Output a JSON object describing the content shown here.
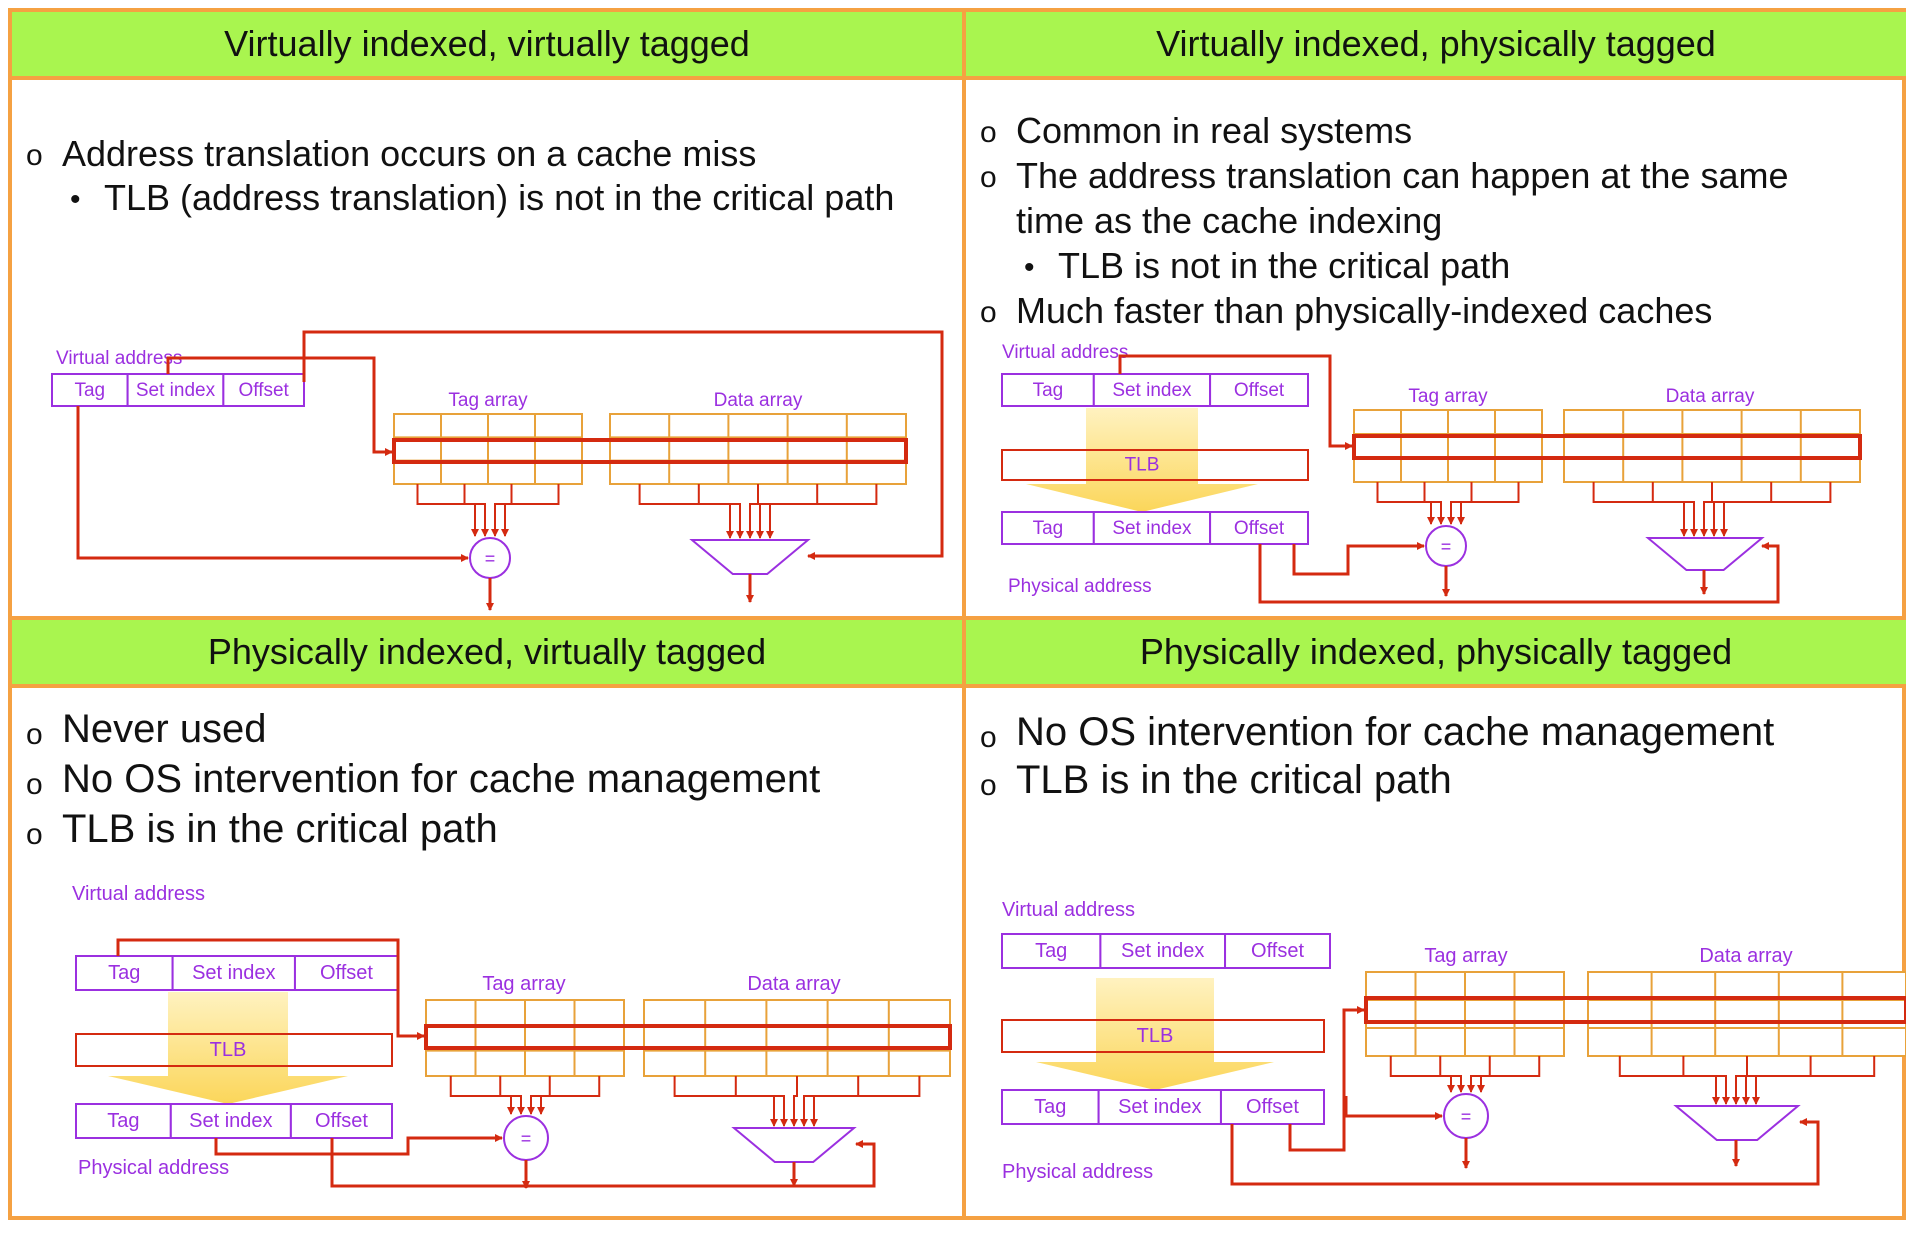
{
  "panels": [
    {
      "title": "Virtually indexed, virtually tagged",
      "bullets": [
        {
          "level": 1,
          "text": "Address translation occurs on a cache miss"
        },
        {
          "level": 2,
          "text": "TLB (address translation) is not in the critical path"
        }
      ]
    },
    {
      "title": "Virtually indexed, physically tagged",
      "bullets": [
        {
          "level": 1,
          "text": "Common in real systems"
        },
        {
          "level": 1,
          "text": "The address translation can happen at the same"
        },
        {
          "level": 0,
          "text": "time as the cache indexing"
        },
        {
          "level": 2,
          "text": "TLB is not in the critical path"
        },
        {
          "level": 1,
          "text": "Much faster than physically-indexed caches"
        }
      ]
    },
    {
      "title": "Physically indexed, virtually tagged",
      "bullets": [
        {
          "level": 1,
          "text": "Never used"
        },
        {
          "level": 1,
          "text": "No OS intervention for cache management"
        },
        {
          "level": 1,
          "text": "TLB is in the critical path"
        }
      ]
    },
    {
      "title": "Physically indexed, physically tagged",
      "bullets": [
        {
          "level": 1,
          "text": "No OS intervention for cache management"
        },
        {
          "level": 1,
          "text": "TLB is in the critical path"
        }
      ]
    }
  ],
  "diagram_labels": {
    "virtual_address": "Virtual address",
    "physical_address": "Physical address",
    "tag": "Tag",
    "set_index": "Set index",
    "offset": "Offset",
    "tag_array": "Tag array",
    "data_array": "Data array",
    "tlb": "TLB",
    "comparator": "="
  },
  "markers": {
    "level1": "o",
    "level2": "•"
  },
  "colors": {
    "header_bg": "#a9f54f",
    "border": "#f5a142",
    "address_box": "#9b30e0",
    "path_red": "#d42a10",
    "array_orange": "#e8a23a",
    "tlb_arrow": "#fbd65a"
  }
}
